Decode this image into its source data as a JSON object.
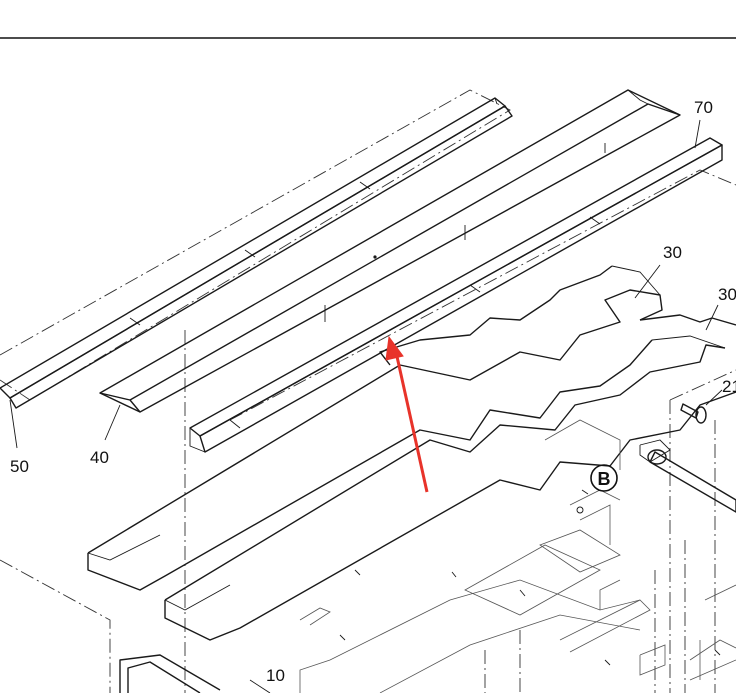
{
  "diagram": {
    "callouts": [
      {
        "id": "70",
        "text": "70"
      },
      {
        "id": "30a",
        "text": "30"
      },
      {
        "id": "30b",
        "text": "30"
      },
      {
        "id": "21",
        "text": "21"
      },
      {
        "id": "50",
        "text": "50"
      },
      {
        "id": "40",
        "text": "40"
      },
      {
        "id": "10",
        "text": "10"
      }
    ],
    "detail_marker": "B",
    "arrow_color": "#e8332a",
    "line_color": "#1a1a1a"
  }
}
